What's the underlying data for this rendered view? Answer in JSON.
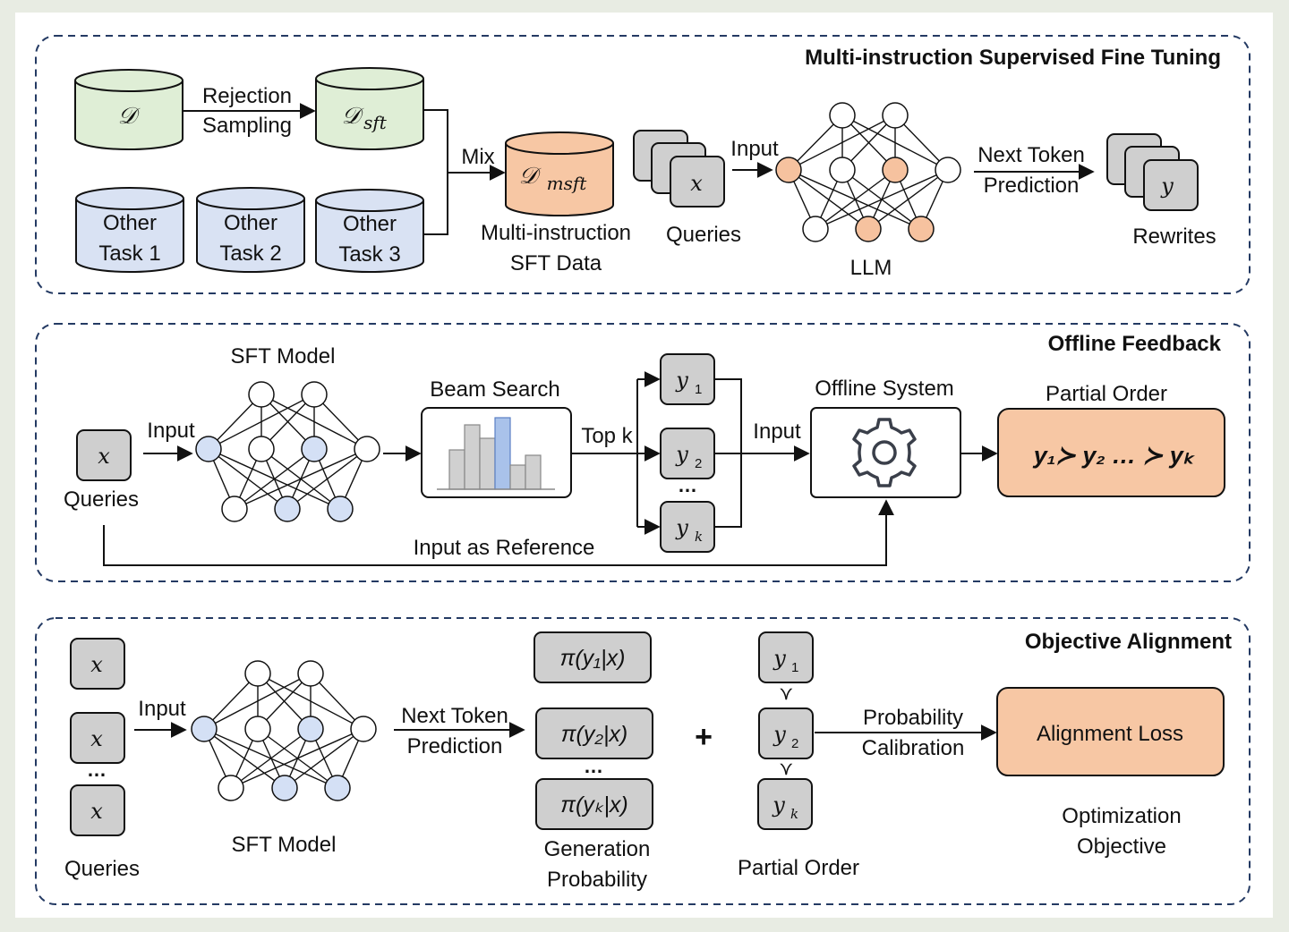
{
  "colors": {
    "background": "#e8ece3",
    "panel": "#ffffff",
    "dashed_border": "#243a63",
    "green_db": "#dfeed6",
    "blue_db": "#d9e2f3",
    "orange": "#f7c7a4",
    "gray_box": "#cfcfcf",
    "node_orange": "#f6c29f",
    "node_blue": "#d4e0f5",
    "bar_gray": "#d0d0d0",
    "bar_blue": "#a9c2ea"
  },
  "section1": {
    "title": "Multi-instruction Supervised Fine Tuning",
    "db_d": "𝒟",
    "db_d_sft": "𝒟",
    "db_d_sft_sub": "sft",
    "rejection_sampling": [
      "Rejection",
      "Sampling"
    ],
    "other_tasks": [
      [
        "Other",
        "Task 1"
      ],
      [
        "Other",
        "Task 2"
      ],
      [
        "Other",
        "Task 3"
      ]
    ],
    "mix": "Mix",
    "db_d_msft": "𝒟",
    "db_d_msft_sub": "msft",
    "msft_caption": [
      "Multi-instruction",
      "SFT Data"
    ],
    "query_symbol": "x",
    "queries": "Queries",
    "input": "Input",
    "llm": "LLM",
    "next_token": [
      "Next Token",
      "Prediction"
    ],
    "rewrite_symbol": "y",
    "rewrites": "Rewrites"
  },
  "section2": {
    "title": "Offline Feedback",
    "query_symbol": "x",
    "queries": "Queries",
    "input": "Input",
    "sft_model": "SFT Model",
    "beam_search": "Beam Search",
    "top_k": "Top k",
    "candidates": [
      {
        "base": "y",
        "sub": "1"
      },
      {
        "base": "y",
        "sub": "2"
      },
      {
        "base": "y",
        "sub": "k"
      }
    ],
    "ellipsis": "…",
    "input2": "Input",
    "offline_system": "Offline System",
    "partial_order": "Partial Order",
    "order_expr": "y₁≻ y₂ … ≻ yₖ",
    "input_as_reference": "Input as Reference"
  },
  "section3": {
    "title": "Objective Alignment",
    "query_symbol": "x",
    "ellipsis": "…",
    "queries": "Queries",
    "input": "Input",
    "sft_model": "SFT Model",
    "next_token": [
      "Next Token",
      "Prediction"
    ],
    "probs": [
      "π(y₁|x)",
      "π(y₂|x)",
      "π(yₖ|x)"
    ],
    "gen_prob": [
      "Generation",
      "Probability"
    ],
    "plus": "+",
    "order_items": [
      {
        "base": "y",
        "sub": "1"
      },
      {
        "base": "y",
        "sub": "2"
      },
      {
        "base": "y",
        "sub": "k"
      }
    ],
    "succ": "≻",
    "partial_order": "Partial Order",
    "prob_calib": [
      "Probability",
      "Calibration"
    ],
    "alignment_loss": "Alignment Loss",
    "optimization_objective": [
      "Optimization",
      "Objective"
    ]
  }
}
